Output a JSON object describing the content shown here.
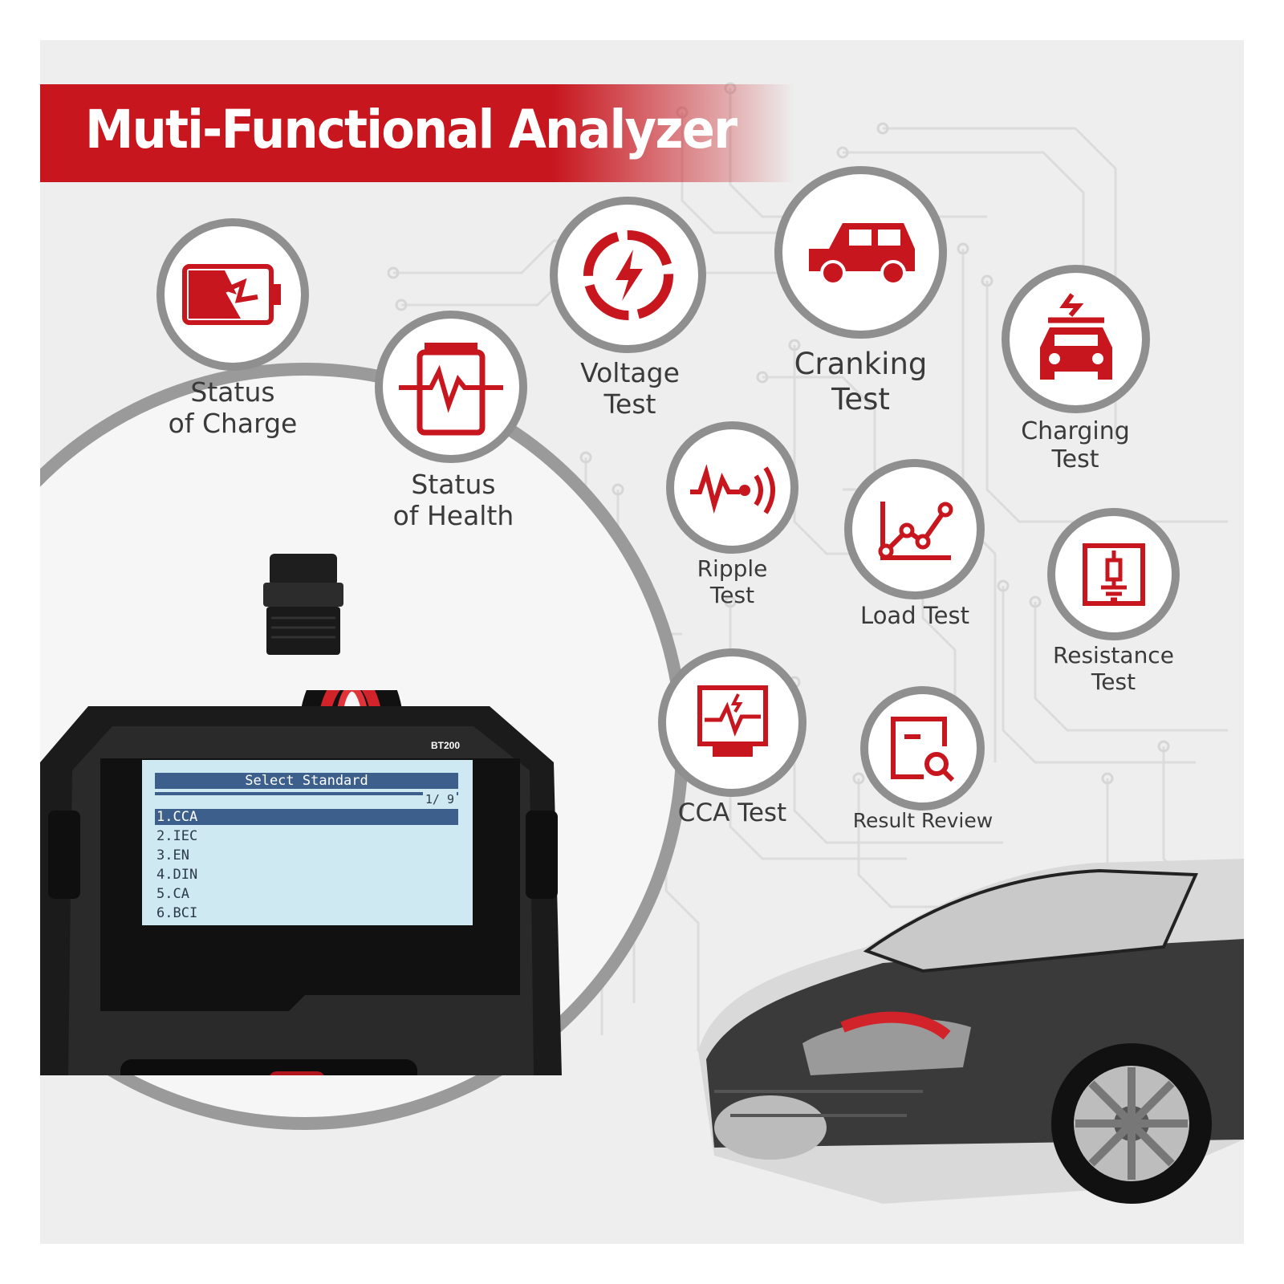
{
  "banner": {
    "title": "Muti-Functional Analyzer"
  },
  "features": {
    "status_of_charge": "Status\nof Charge",
    "status_of_health": "Status\nof Health",
    "voltage_test": "Voltage\nTest",
    "cranking_test": "Cranking\nTest",
    "charging_test": "Charging\nTest",
    "ripple_test": "Ripple\nTest",
    "load_test": "Load Test",
    "resistance_test": "Resistance\nTest",
    "cca_test": "CCA Test",
    "result_review": "Result Review"
  },
  "device": {
    "model": "BT200",
    "screen_title": "Select Standard",
    "page_indicator": "1/ 9",
    "options": [
      "1.CCA",
      "2.IEC",
      "3.EN",
      "4.DIN",
      "5.CA",
      "6.BCI"
    ],
    "selected_index": 0
  },
  "colors": {
    "brand_red": "#c8161e",
    "ring_gray": "#8f8f8f",
    "panel_bg": "#eeeeee",
    "screen_bg": "#cfe9f3"
  }
}
